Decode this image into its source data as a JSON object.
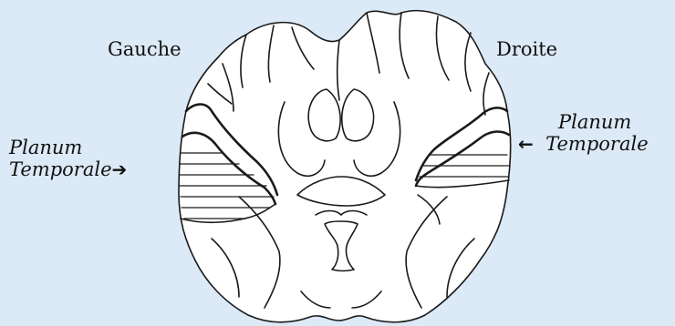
{
  "labels": {
    "left_hemisphere": "Gauche",
    "right_hemisphere": "Droite",
    "planum_left_line1": "Planum",
    "planum_left_line2": "Temporale",
    "planum_right_line1": "Planum",
    "planum_right_line2": "Temporale",
    "arrow_right": "➔",
    "arrow_left": "🡐"
  },
  "colors": {
    "background": "#dce9f6",
    "brain_fill": "#ffffff",
    "stroke": "#1a1a1a"
  }
}
